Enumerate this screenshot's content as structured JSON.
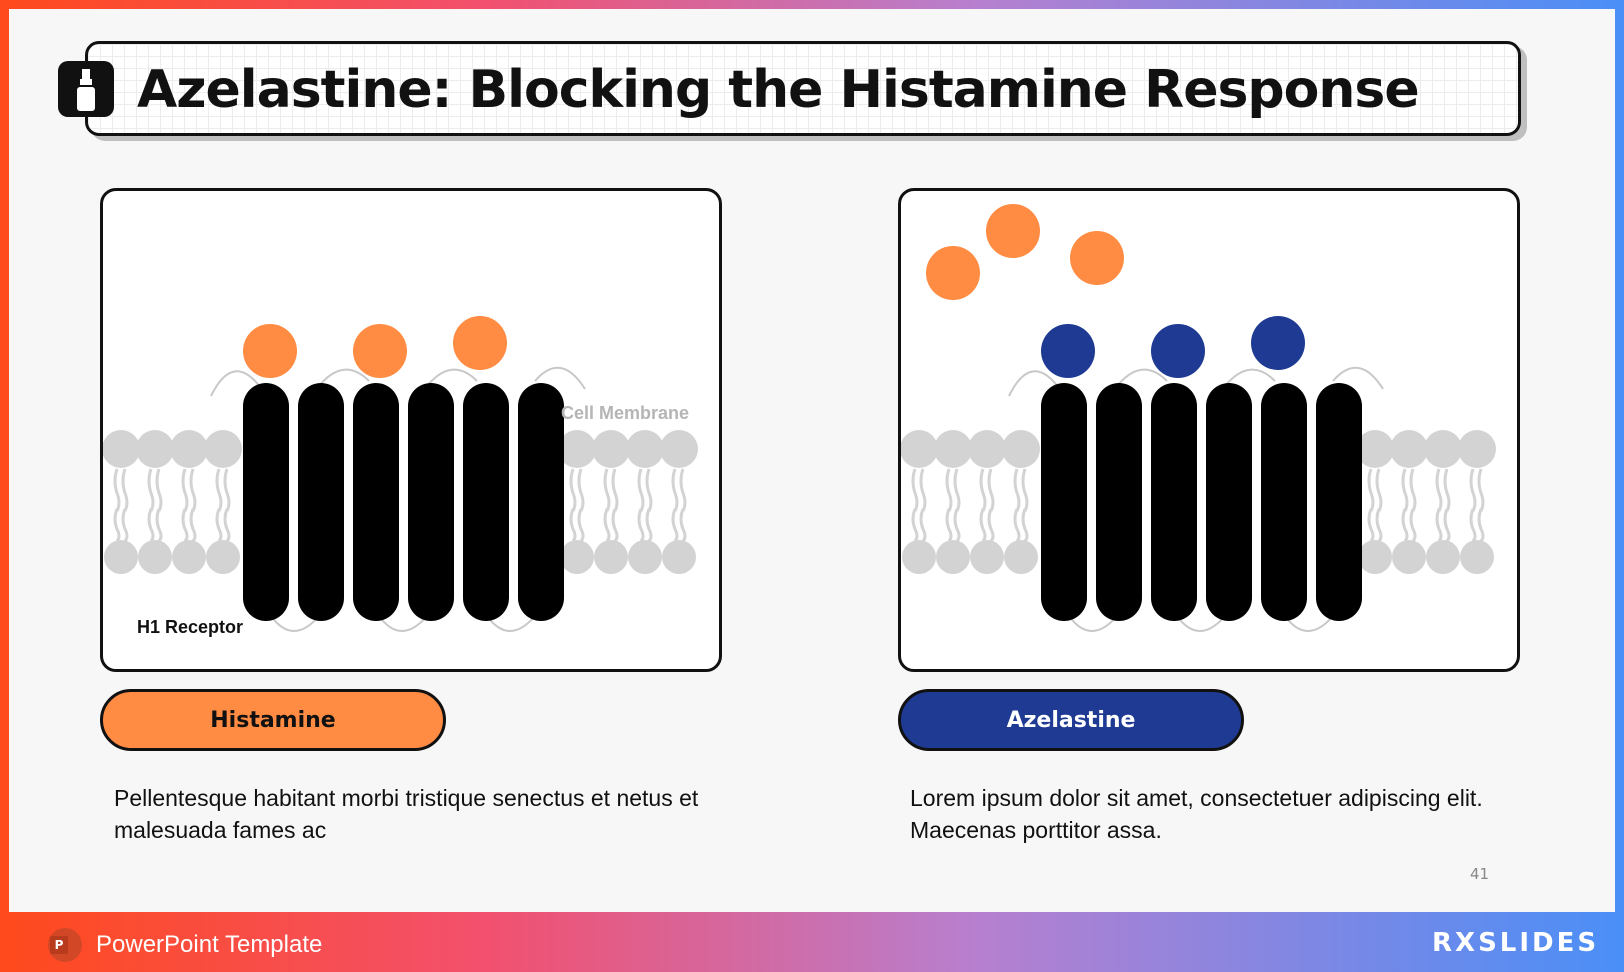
{
  "title": "Azelastine: Blocking the Histamine Response",
  "panels": {
    "left": {
      "membrane_label": "Cell Membrane",
      "receptor_label": "H1 Receptor",
      "ligand_color": "#ff8c42"
    },
    "right": {
      "ligand_color": "#1f3a93",
      "free_histamine_color": "#ff8c42"
    }
  },
  "legend": {
    "histamine": "Histamine",
    "azelastine": "Azelastine"
  },
  "descriptions": {
    "left": "Pellentesque habitant morbi tristique senectus et netus et malesuada fames ac",
    "right": "Lorem ipsum dolor sit amet, consectetuer adipiscing elit. Maecenas porttitor assa."
  },
  "page_number": "41",
  "footer": {
    "app_label": "PowerPoint Template",
    "app_icon": "powerpoint-icon",
    "brand": "RXSLIDES"
  },
  "colors": {
    "histamine": "#ff8c42",
    "azelastine": "#1f3a93",
    "receptor": "#000000",
    "membrane": "#d3d3d3"
  }
}
